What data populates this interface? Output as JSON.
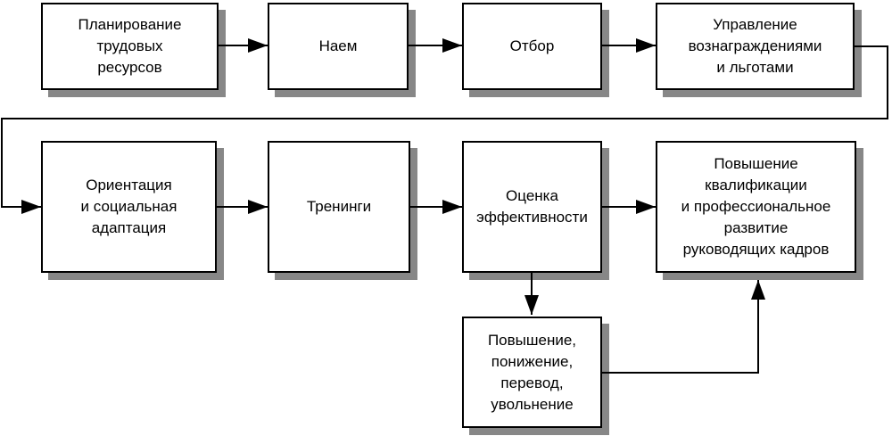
{
  "palette": {
    "box_fill": "#ffffff",
    "box_border": "#000000",
    "shadow": "#878787",
    "connector": "#000000",
    "text": "#000000",
    "background": "#ffffff"
  },
  "boxes": [
    {
      "id": "hr-planning",
      "label": "Планирование\nтрудовых\nресурсов"
    },
    {
      "id": "hiring",
      "label": "Наем"
    },
    {
      "id": "selection",
      "label": "Отбор"
    },
    {
      "id": "compensation",
      "label": "Управление\nвознаграждениями\nи льготами"
    },
    {
      "id": "orientation",
      "label": "Ориентация\nи социальная\nадаптация"
    },
    {
      "id": "training",
      "label": "Тренинги"
    },
    {
      "id": "evaluation",
      "label": "Оценка\nэффективности"
    },
    {
      "id": "management-development",
      "label": "Повышение\nквалификации\nи профессиональное\nразвитие\nруководящих кадров"
    },
    {
      "id": "personnel-moves",
      "label": "Повышение,\nпонижение,\nперевод,\nувольнение"
    }
  ],
  "edges": [
    {
      "from": "hr-planning",
      "to": "hiring"
    },
    {
      "from": "hiring",
      "to": "selection"
    },
    {
      "from": "selection",
      "to": "compensation"
    },
    {
      "from": "compensation",
      "to": "orientation"
    },
    {
      "from": "orientation",
      "to": "training"
    },
    {
      "from": "training",
      "to": "evaluation"
    },
    {
      "from": "evaluation",
      "to": "management-development"
    },
    {
      "from": "evaluation",
      "to": "personnel-moves"
    },
    {
      "from": "personnel-moves",
      "to": "management-development"
    }
  ]
}
